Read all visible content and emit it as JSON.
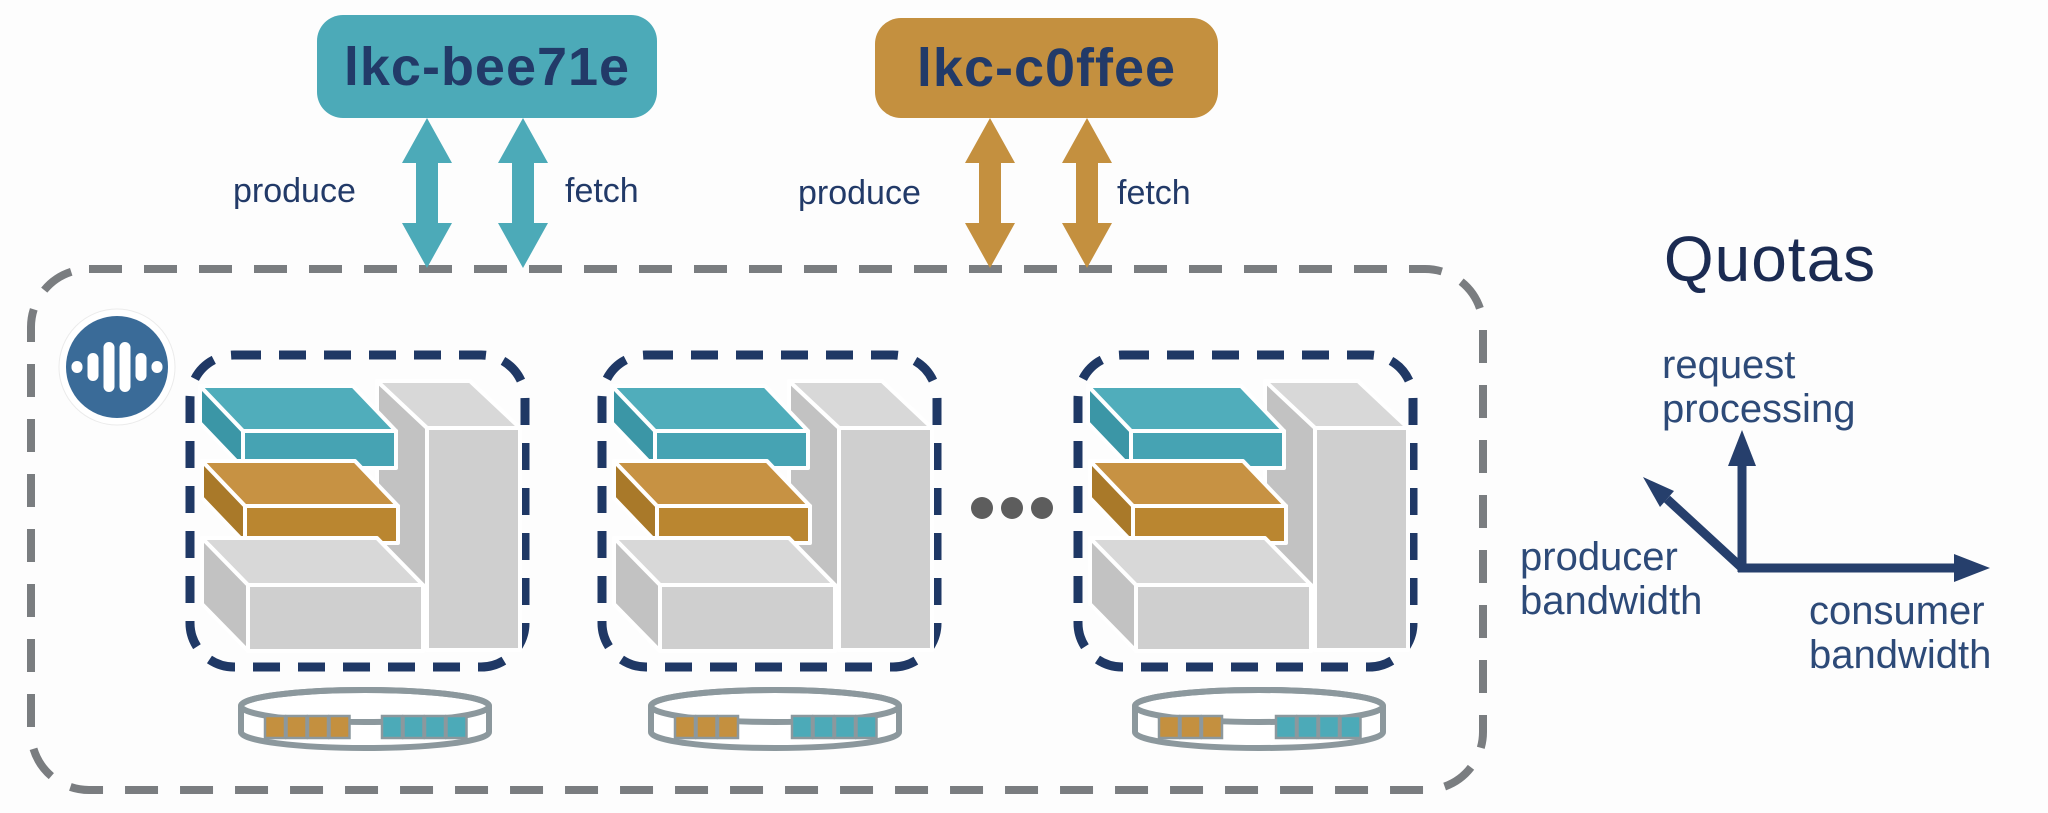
{
  "diagram": {
    "clusters": [
      {
        "id": "lkc-bee71e",
        "theme": "teal",
        "produce_label": "produce",
        "fetch_label": "fetch"
      },
      {
        "id": "lkc-c0ffee",
        "theme": "amber",
        "produce_label": "produce",
        "fetch_label": "fetch"
      }
    ],
    "kafka_cluster": {
      "logo": "confluent-wave-icon",
      "broker_count": 3,
      "brokers": [
        {
          "disk_segments": {
            "amber": 4,
            "teal": 4
          }
        },
        {
          "disk_segments": {
            "amber": 3,
            "teal": 4
          }
        },
        {
          "disk_segments": {
            "amber": 3,
            "teal": 4
          }
        }
      ],
      "ellipsis_dots": 3
    },
    "quotas": {
      "title": "Quotas",
      "axes": [
        {
          "line1": "request",
          "line2": "processing",
          "direction": "up"
        },
        {
          "line1": "producer",
          "line2": "bandwidth",
          "direction": "up-left"
        },
        {
          "line1": "consumer",
          "line2": "bandwidth",
          "direction": "right"
        }
      ]
    }
  },
  "colors": {
    "bg": "#fdfdfd",
    "teal": "#4caab8",
    "amber": "#c4903f",
    "navy_text": "#223a68",
    "title_navy": "#1b2b52",
    "axis_text": "#2d4a78",
    "axis_navy": "#263f6c",
    "dash_navy": "#1f3865",
    "dash_gray": "#7a7d80",
    "slate": "#8c989d",
    "badge_blue": "#3a6b98",
    "dot_gray": "#5d5d5d",
    "highlight": "#f3f5f7",
    "teal_top": "#50adbb",
    "teal_front": "#46a3b3",
    "teal_side": "#3b96a6",
    "amber_top": "#c79243",
    "amber_front": "#ba8630",
    "amber_side": "#a97929",
    "gray_top": "#d8d8d8",
    "gray_front": "#cfcfcf",
    "gray_side": "#c2c2c2"
  }
}
